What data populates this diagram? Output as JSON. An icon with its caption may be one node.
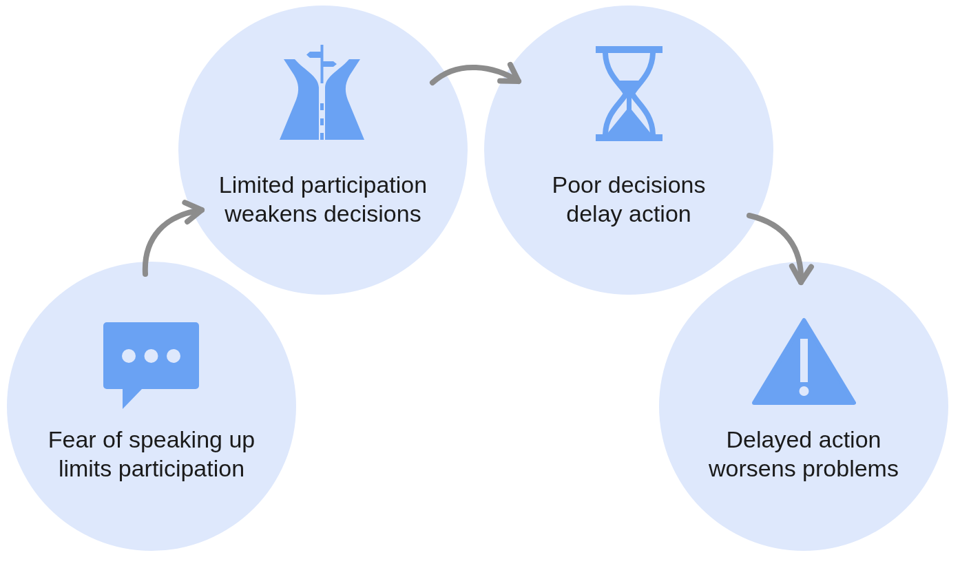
{
  "diagram": {
    "nodes": [
      {
        "text": [
          "Fear of speaking up limits participation"
        ]
      },
      {
        "text": [
          "Limited participation weakens decisions"
        ]
      },
      {
        "text": [
          "Poor decisions delay action"
        ]
      },
      {
        "text": [
          "Delayed action worsens problems"
        ]
      }
    ],
    "edges": [
      {
        "from": 0,
        "to": 1,
        "arrow": "to"
      },
      {
        "from": 1,
        "to": 2,
        "arrow": "to"
      },
      {
        "from": 2,
        "to": 3,
        "arrow": "to"
      }
    ]
  }
}
